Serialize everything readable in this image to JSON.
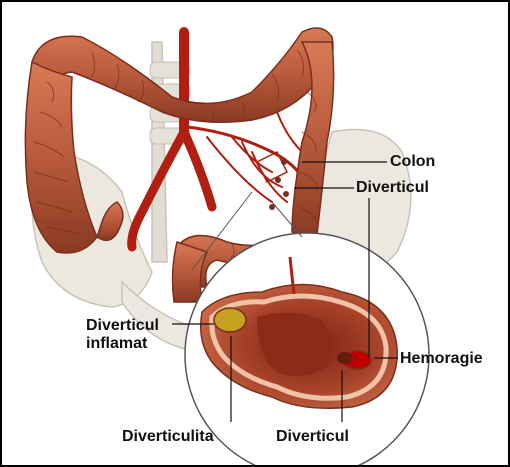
{
  "labels": {
    "colon": "Colon",
    "diverticul_top": "Diverticul",
    "diverticul_inflamat_line1": "Diverticul",
    "diverticul_inflamat_line2": "inflamat",
    "hemoragie": "Hemoragie",
    "diverticulita": "Diverticulita",
    "diverticul_bottom": "Diverticul"
  },
  "colors": {
    "colon": "#b85a3c",
    "colon_dark": "#7a2e1c",
    "colon_light": "#e08a62",
    "artery": "#b01f10",
    "bone": "#e8e4dc",
    "mucosa": "#8e2a18",
    "inflamed": "#c8a020",
    "bleed": "#c00000"
  }
}
